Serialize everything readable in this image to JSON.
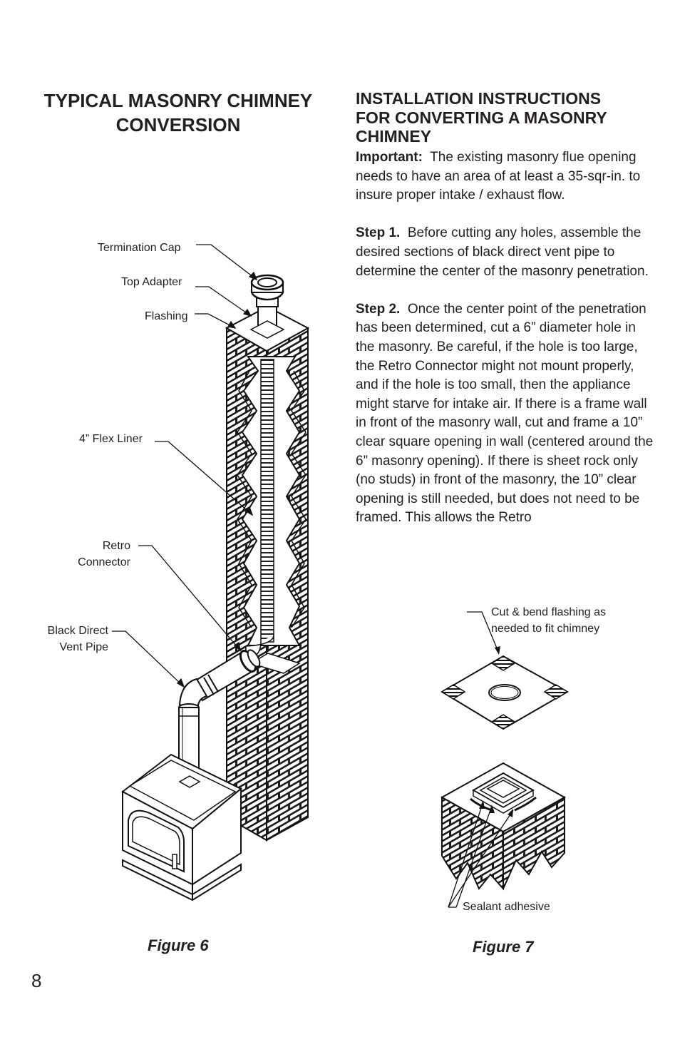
{
  "left": {
    "title_line1": "TYPICAL MASONRY CHIMNEY",
    "title_line2": "CONVERSION"
  },
  "right": {
    "title_line1": "INSTALLATION INSTRUCTIONS",
    "title_line2": "FOR CONVERTING A MASONRY",
    "title_line3": "CHIMNEY",
    "important_label": "Important:",
    "important_text": "The existing masonry flue opening needs to have an area of at least a 35-sqr-in. to insure proper intake / exhaust flow.",
    "step1_label": "Step 1.",
    "step1_text": "Before cutting any holes, assemble the desired sections of black direct vent pipe to determine the center of the masonry penetration.",
    "step2_label": "Step 2.",
    "step2_text": "Once the center point of the penetration has been determined, cut a 6” diameter hole in the masonry.  Be careful, if the hole is too large, the Retro Connector might not mount properly, and if the hole is too small, then the appliance might starve for intake air.  If there is a frame wall in front of the masonry wall, cut and frame a 10” clear square opening in wall (centered around the 6” masonry opening).  If there is sheet rock only (no studs) in front of the masonry, the 10” clear opening is still needed, but does not need to be framed.  This allows the Retro"
  },
  "figure6": {
    "caption": "Figure 6",
    "labels": {
      "termination_cap": "Termination Cap",
      "top_adapter": "Top Adapter",
      "flashing": "Flashing",
      "flex_liner": "4” Flex Liner",
      "retro_line1": "Retro",
      "retro_line2": "Connector",
      "black_line1": "Black Direct",
      "black_line2": "Vent Pipe"
    }
  },
  "figure7": {
    "caption": "Figure 7",
    "labels": {
      "cut_bend_line1": "Cut & bend flashing as",
      "cut_bend_line2": "needed to fit chimney",
      "sealant": "Sealant adhesive"
    }
  },
  "page_number": "8"
}
